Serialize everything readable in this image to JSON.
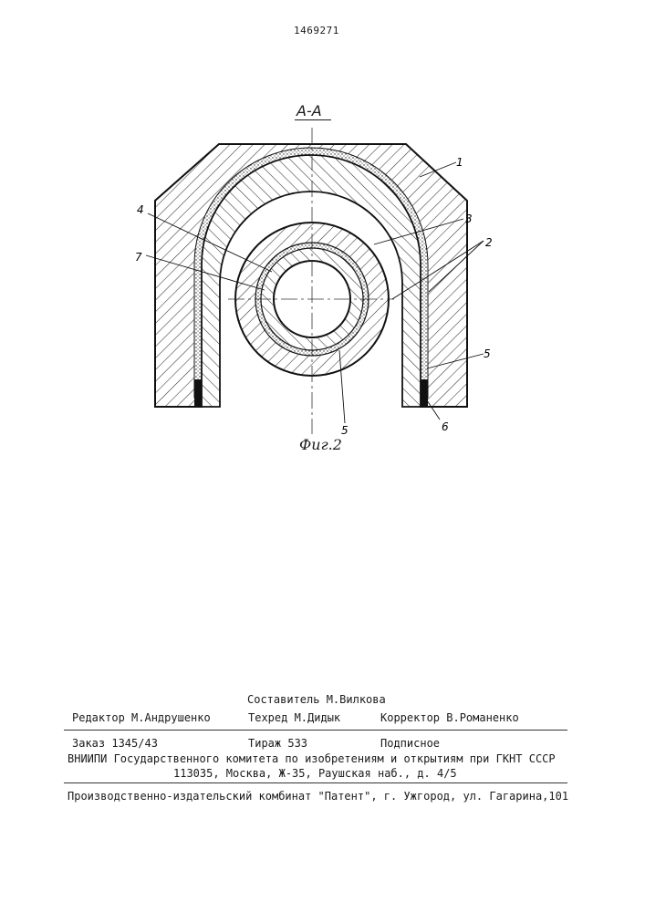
{
  "header": {
    "patent_number": "1469271"
  },
  "figure": {
    "section_label": "А-А",
    "caption": "Фиг.2",
    "callouts": {
      "c1": "1",
      "c2": "2",
      "c3": "3",
      "c4": "4",
      "c5a": "5",
      "c5b": "5",
      "c6": "6",
      "c7": "7"
    }
  },
  "imprint": {
    "compiler": "Составитель М.Вилкова",
    "editor": "Редактор М.Андрушенко",
    "techred": "Техред М.Дидык",
    "corrector": "Корректор В.Романенко",
    "order": "Заказ 1345/43",
    "circulation": "Тираж 533",
    "subscription": "Подписное",
    "institution": "ВНИИПИ Государственного комитета по изобретениям и открытиям при ГКНТ СССР",
    "address": "113035, Москва, Ж-35, Раушская наб., д. 4/5",
    "publisher": "Производственно-издательский комбинат \"Патент\", г. Ужгород, ул. Гагарина,101"
  }
}
